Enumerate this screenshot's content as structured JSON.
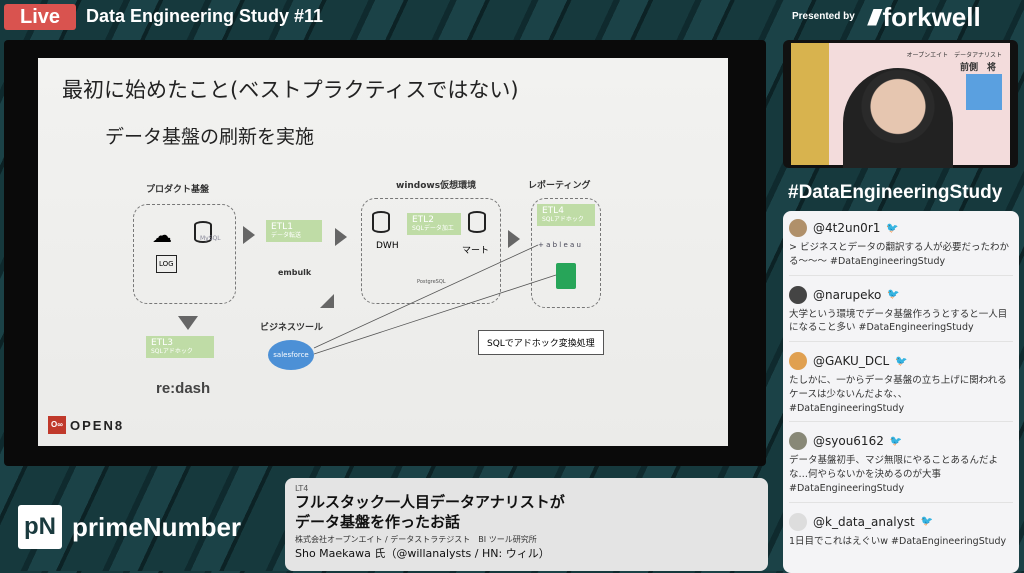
{
  "header": {
    "live": "Live",
    "event_title": "Data Engineering Study #11",
    "presented_by": "Presented by",
    "sponsor": "forkwell"
  },
  "slide": {
    "title": "最初に始めたこと(ベストプラクティスではない)",
    "subtitle": "データ基盤の刷新を実施",
    "sections": {
      "product": "プロダクト基盤",
      "windows": "windows仮想環境",
      "reporting": "レポーティング",
      "business": "ビジネスツール"
    },
    "etl": [
      {
        "name": "ETL1",
        "desc": "データ転送"
      },
      {
        "name": "ETL2",
        "desc": "SQLデータ加工"
      },
      {
        "name": "ETL3",
        "desc": "SQLアドホック"
      },
      {
        "name": "ETL4",
        "desc": "SQLアドホック"
      }
    ],
    "labels": {
      "dwh": "DWH",
      "mart": "マート",
      "mysql": "MySQL",
      "log": "LOG",
      "embulk": "embulk",
      "postgres": "PostgreSQL",
      "tableau": "+ a b l e a u",
      "salesforce": "salesforce",
      "redash": "re:dash",
      "callout": "SQLでアドホック変換処理"
    },
    "logo": "OPEN8"
  },
  "camera": {
    "role": "オープンエイト　データアナリスト",
    "name": "前側　将"
  },
  "hashtag": "#DataEngineeringStudy",
  "tweets": [
    {
      "handle": "@4t2un0r1",
      "text": "> ビジネスとデータの翻訳する人が必要だったわかる〜〜〜 #DataEngineeringStudy"
    },
    {
      "handle": "@narupeko",
      "text": "大学という環境でデータ基盤作ろうとすると一人目になること多い #DataEngineeringStudy"
    },
    {
      "handle": "@GAKU_DCL",
      "text": "たしかに、一からデータ基盤の立ち上げに関われるケースは少ないんだよな、、 #DataEngineeringStudy"
    },
    {
      "handle": "@syou6162",
      "text": "データ基盤初手、マジ無限にやることあるんだよな…何やらないかを決めるのが大事 #DataEngineeringStudy"
    },
    {
      "handle": "@k_data_analyst",
      "text": "1日目でこれはえぐいw #DataEngineeringStudy"
    }
  ],
  "caption": {
    "lt": "LT4",
    "title1": "フルスタック一人目データアナリストが",
    "title2": "データ基盤を作ったお話",
    "company": "株式会社オープンエイト / データストラテジスト　BI ツール研究所",
    "speaker": "Sho Maekawa 氏（@willanalysts / HN: ウィル）"
  },
  "sponsor_logo": {
    "mark": "pN",
    "name": "primeNumber"
  }
}
